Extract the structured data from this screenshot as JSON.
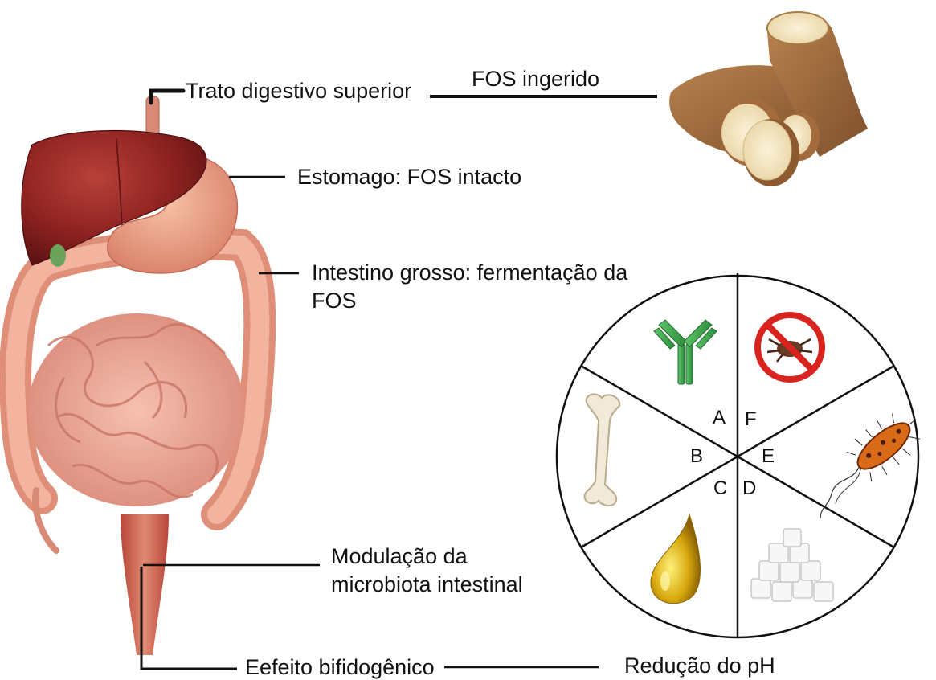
{
  "labels": {
    "upper_tract": "Trato digestivo superior",
    "fos_ingested": "FOS ingerido",
    "stomach": "Estomago: FOS intacto",
    "large_intestine_1": "Intestino grosso: fermentação da",
    "large_intestine_2": "FOS",
    "modulation_1": "Modulação da",
    "modulation_2": "microbiota intestinal",
    "bifidogenic": "Eefeito bifidogênico",
    "ph_reduction": "Redução do pH"
  },
  "wheel": {
    "segments": [
      "A",
      "B",
      "C",
      "D",
      "E",
      "F"
    ],
    "icons": [
      "antibody-icon",
      "bone-icon",
      "oil-drop-icon",
      "sugar-cubes-icon",
      "bacterium-icon",
      "no-pathogen-icon"
    ]
  },
  "images": [
    "digestive-system-illustration",
    "yam-tuber-photo"
  ]
}
